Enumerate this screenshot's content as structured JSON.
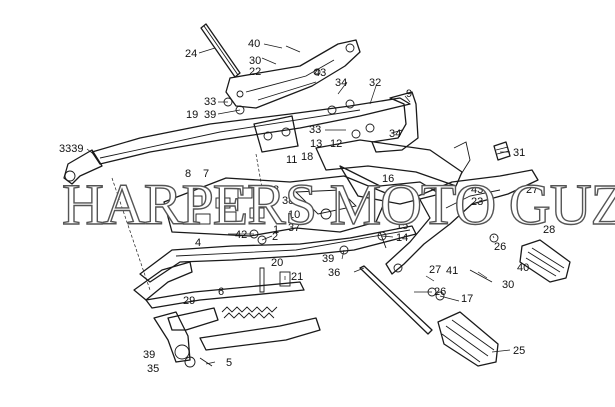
{
  "watermark": "HARPERS MOTO GUZZI ©",
  "callouts": [
    {
      "id": "c24",
      "text": "24"
    },
    {
      "id": "c40a",
      "text": "40"
    },
    {
      "id": "c30a",
      "text": "30"
    },
    {
      "id": "c22",
      "text": "22"
    },
    {
      "id": "c43a",
      "text": "43"
    },
    {
      "id": "c34a",
      "text": "34"
    },
    {
      "id": "c32",
      "text": "32"
    },
    {
      "id": "c9",
      "text": "9"
    },
    {
      "id": "c33a",
      "text": "33"
    },
    {
      "id": "c39a",
      "text": "39"
    },
    {
      "id": "c19",
      "text": "19"
    },
    {
      "id": "c33b",
      "text": "33"
    },
    {
      "id": "c34b",
      "text": "34"
    },
    {
      "id": "c3339",
      "text": "3339"
    },
    {
      "id": "c13",
      "text": "13"
    },
    {
      "id": "c18",
      "text": "18"
    },
    {
      "id": "c11",
      "text": "11"
    },
    {
      "id": "c12",
      "text": "12"
    },
    {
      "id": "c31",
      "text": "31"
    },
    {
      "id": "c8",
      "text": "8"
    },
    {
      "id": "c7",
      "text": "7"
    },
    {
      "id": "c16",
      "text": "16"
    },
    {
      "id": "c43b",
      "text": "43"
    },
    {
      "id": "c23",
      "text": "23"
    },
    {
      "id": "c27a",
      "text": "27"
    },
    {
      "id": "c3",
      "text": "3"
    },
    {
      "id": "c38",
      "text": "38"
    },
    {
      "id": "c10",
      "text": "10"
    },
    {
      "id": "c37",
      "text": "37"
    },
    {
      "id": "c1",
      "text": "1"
    },
    {
      "id": "c4",
      "text": "4"
    },
    {
      "id": "c42",
      "text": "42"
    },
    {
      "id": "c2",
      "text": "2"
    },
    {
      "id": "c15",
      "text": "15"
    },
    {
      "id": "c14",
      "text": "14"
    },
    {
      "id": "c26a",
      "text": "26"
    },
    {
      "id": "c28",
      "text": "28"
    },
    {
      "id": "c39b",
      "text": "39"
    },
    {
      "id": "c20",
      "text": "20"
    },
    {
      "id": "c36",
      "text": "36"
    },
    {
      "id": "c21",
      "text": "21"
    },
    {
      "id": "c27b",
      "text": "27"
    },
    {
      "id": "c41",
      "text": "41"
    },
    {
      "id": "c40b",
      "text": "40"
    },
    {
      "id": "c6",
      "text": "6"
    },
    {
      "id": "c30b",
      "text": "30"
    },
    {
      "id": "c26b",
      "text": "26"
    },
    {
      "id": "c29",
      "text": "29"
    },
    {
      "id": "c17",
      "text": "17"
    },
    {
      "id": "c25",
      "text": "25"
    },
    {
      "id": "c39c",
      "text": "39"
    },
    {
      "id": "c35",
      "text": "35"
    },
    {
      "id": "c5",
      "text": "5"
    }
  ]
}
